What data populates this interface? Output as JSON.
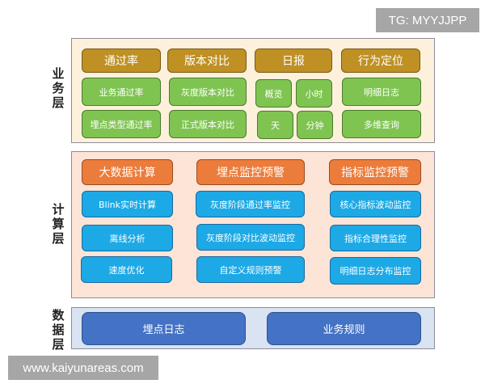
{
  "watermarks": {
    "top_right": "TG: MYYJJPP",
    "bottom_left": "www.kaiyunareas.com"
  },
  "colors": {
    "business_bg": "#fdf1db",
    "compute_bg": "#fce4d6",
    "data_bg": "#dae3f1",
    "gold": "#bf9023",
    "green": "#7fc451",
    "orange": "#ec7c3b",
    "blue": "#1ca9e6",
    "navy": "#4472c4"
  },
  "business_layer": {
    "label": [
      "业",
      "务",
      "层"
    ],
    "columns": [
      {
        "header": "通过率",
        "items": [
          "业务通过率",
          "埋点类型通过率"
        ]
      },
      {
        "header": "版本对比",
        "items": [
          "灰度版本对比",
          "正式版本对比"
        ]
      },
      {
        "header": "日报",
        "items": [
          "概览",
          "小时",
          "天",
          "分钟"
        ]
      },
      {
        "header": "行为定位",
        "items": [
          "明细日志",
          "多维查询"
        ]
      }
    ]
  },
  "compute_layer": {
    "label": [
      "计",
      "算",
      "层"
    ],
    "columns": [
      {
        "header": "大数据计算",
        "items": [
          "Blink实时计算",
          "离线分析",
          "速度优化"
        ]
      },
      {
        "header": "埋点监控预警",
        "items": [
          "灰度阶段通过率监控",
          "灰度阶段对比波动监控",
          "自定义规则预警"
        ]
      },
      {
        "header": "指标监控预警",
        "items": [
          "核心指标波动监控",
          "指标合理性监控",
          "明细日志分布监控"
        ]
      }
    ]
  },
  "data_layer": {
    "label": [
      "数",
      "据",
      "层"
    ],
    "items": [
      "埋点日志",
      "业务规则"
    ]
  }
}
